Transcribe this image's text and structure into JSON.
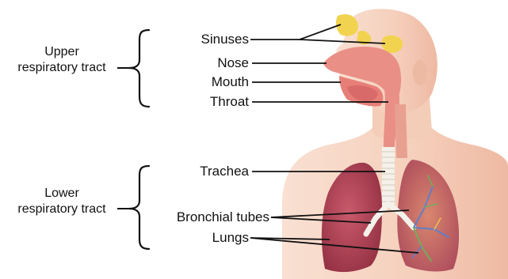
{
  "groups": {
    "upper": {
      "line1": "Upper",
      "line2": "respiratory tract"
    },
    "lower": {
      "line1": "Lower",
      "line2": "respiratory tract"
    }
  },
  "parts": {
    "sinuses": "Sinuses",
    "nose": "Nose",
    "mouth": "Mouth",
    "throat": "Throat",
    "trachea": "Trachea",
    "bronchial_tubes": "Bronchial tubes",
    "lungs": "Lungs"
  },
  "colors": {
    "skin": "#f7d6c4",
    "skin_shadow": "#edbba3",
    "lung": "#b94a5c",
    "lung_dark": "#8e2d3f",
    "airway": "#e98f86",
    "sinus": "#f2d34f",
    "trachea": "#f4f1ea",
    "bronchi_blue": "#5f7fc9",
    "bronchi_green": "#6fae5a",
    "line": "#111111"
  }
}
